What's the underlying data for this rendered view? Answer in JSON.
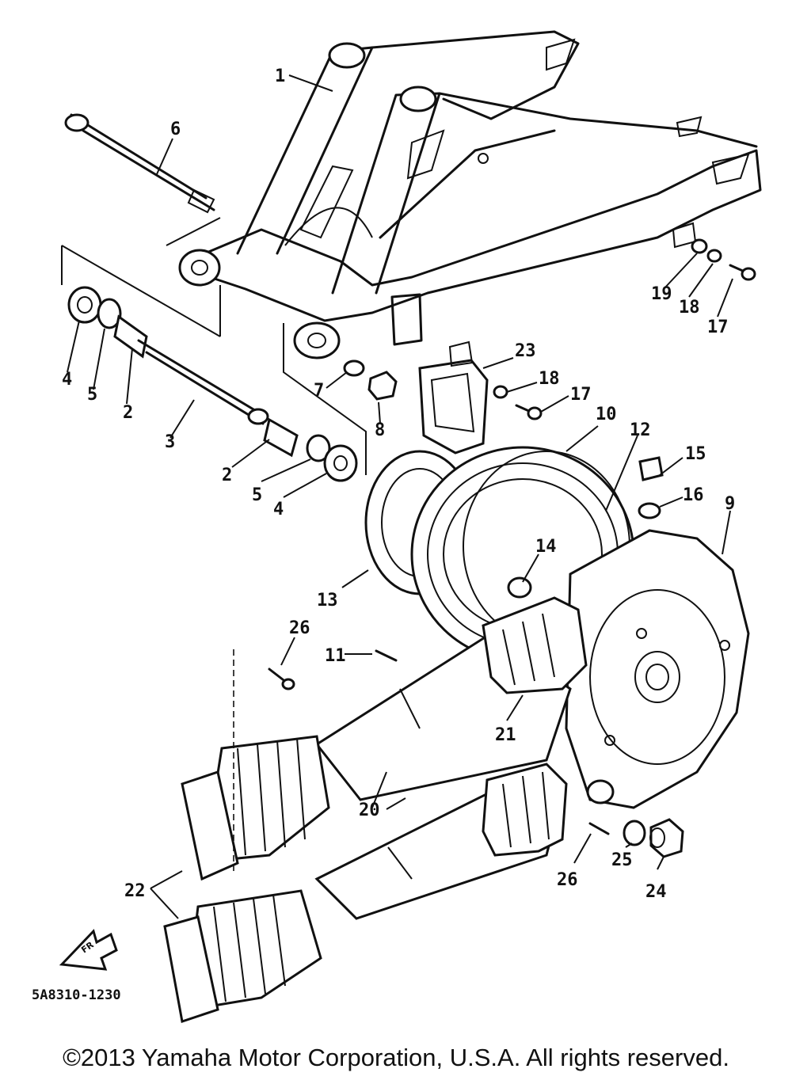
{
  "diagram": {
    "callouts": [
      {
        "id": "c1",
        "text": "1"
      },
      {
        "id": "c6",
        "text": "6"
      },
      {
        "id": "c19a",
        "text": "19"
      },
      {
        "id": "c18a",
        "text": "18"
      },
      {
        "id": "c17a",
        "text": "17"
      },
      {
        "id": "c4a",
        "text": "4"
      },
      {
        "id": "c5a",
        "text": "5"
      },
      {
        "id": "c2a",
        "text": "2"
      },
      {
        "id": "c3",
        "text": "3"
      },
      {
        "id": "c7",
        "text": "7"
      },
      {
        "id": "c8",
        "text": "8"
      },
      {
        "id": "c23",
        "text": "23"
      },
      {
        "id": "c18b",
        "text": "18"
      },
      {
        "id": "c17b",
        "text": "17"
      },
      {
        "id": "c10",
        "text": "10"
      },
      {
        "id": "c12",
        "text": "12"
      },
      {
        "id": "c15",
        "text": "15"
      },
      {
        "id": "c16",
        "text": "16"
      },
      {
        "id": "c9",
        "text": "9"
      },
      {
        "id": "c2b",
        "text": "2"
      },
      {
        "id": "c5b",
        "text": "5"
      },
      {
        "id": "c4b",
        "text": "4"
      },
      {
        "id": "c14",
        "text": "14"
      },
      {
        "id": "c13",
        "text": "13"
      },
      {
        "id": "c26a",
        "text": "26"
      },
      {
        "id": "c11",
        "text": "11"
      },
      {
        "id": "c21",
        "text": "21"
      },
      {
        "id": "c20",
        "text": "20"
      },
      {
        "id": "c22",
        "text": "22"
      },
      {
        "id": "c26b",
        "text": "26"
      },
      {
        "id": "c25",
        "text": "25"
      },
      {
        "id": "c24",
        "text": "24"
      }
    ],
    "front_marker": "FR",
    "diagram_code": "5A8310-1230"
  },
  "footer": {
    "copyright": "©2013 Yamaha Motor Corporation, U.S.A. All rights reserved."
  },
  "colors": {
    "ink": "#111111",
    "paper": "#ffffff"
  }
}
